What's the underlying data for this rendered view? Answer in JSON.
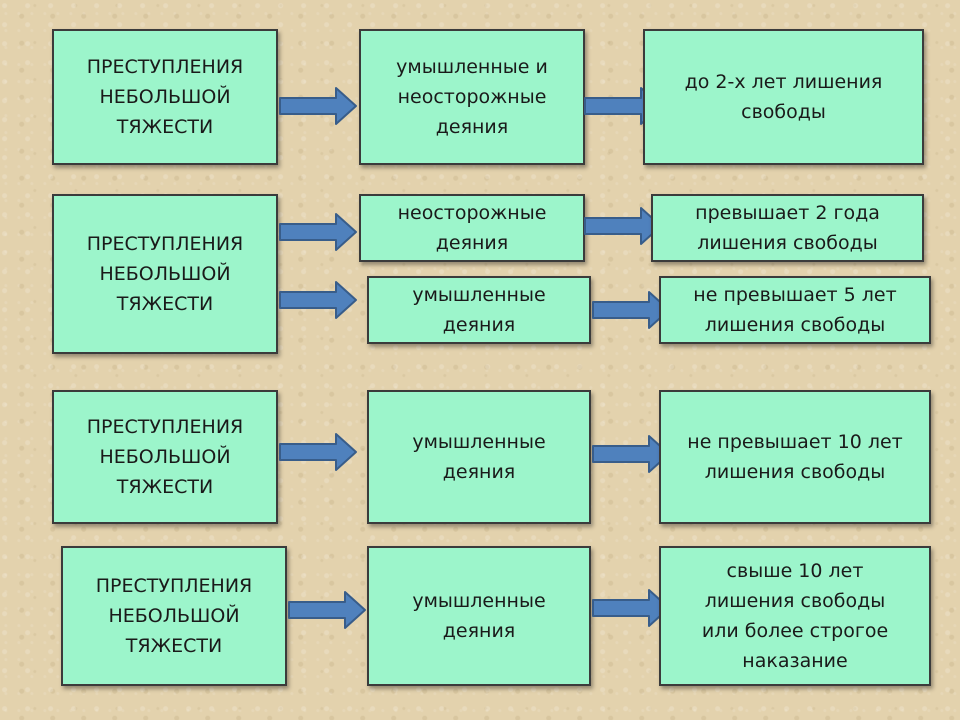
{
  "rows": [
    {
      "category": "ПРЕСТУПЛЕНИЯ\nНЕБОЛЬШОЙ\nТЯЖЕСТИ",
      "branches": [
        {
          "act": "умышленные и\nнеосторожные\nдеяния",
          "penalty": "до 2-х лет лишения\nсвободы"
        }
      ]
    },
    {
      "category": "ПРЕСТУПЛЕНИЯ\nНЕБОЛЬШОЙ\nТЯЖЕСТИ",
      "branches": [
        {
          "act": "неосторожные\nдеяния",
          "penalty": "превышает 2 года\nлишения свободы"
        },
        {
          "act": "умышленные\nдеяния",
          "penalty": "не превышает 5 лет\nлишения свободы"
        }
      ]
    },
    {
      "category": "ПРЕСТУПЛЕНИЯ\nНЕБОЛЬШОЙ\nТЯЖЕСТИ",
      "branches": [
        {
          "act": "умышленные\nдеяния",
          "penalty": "не превышает 10 лет\nлишения свободы"
        }
      ]
    },
    {
      "category": "ПРЕСТУПЛЕНИЯ\nНЕБОЛЬШОЙ\nТЯЖЕСТИ",
      "branches": [
        {
          "act": "умышленные\nдеяния",
          "penalty": "свыше 10 лет\nлишения свободы\nили более строгое\nнаказание"
        }
      ]
    }
  ],
  "colors": {
    "box_fill": "#9cf5cb",
    "box_border": "#3b3b3b",
    "arrow_fill": "#4f81bd",
    "arrow_stroke": "#385d8a",
    "background": "#e3d2ad"
  }
}
